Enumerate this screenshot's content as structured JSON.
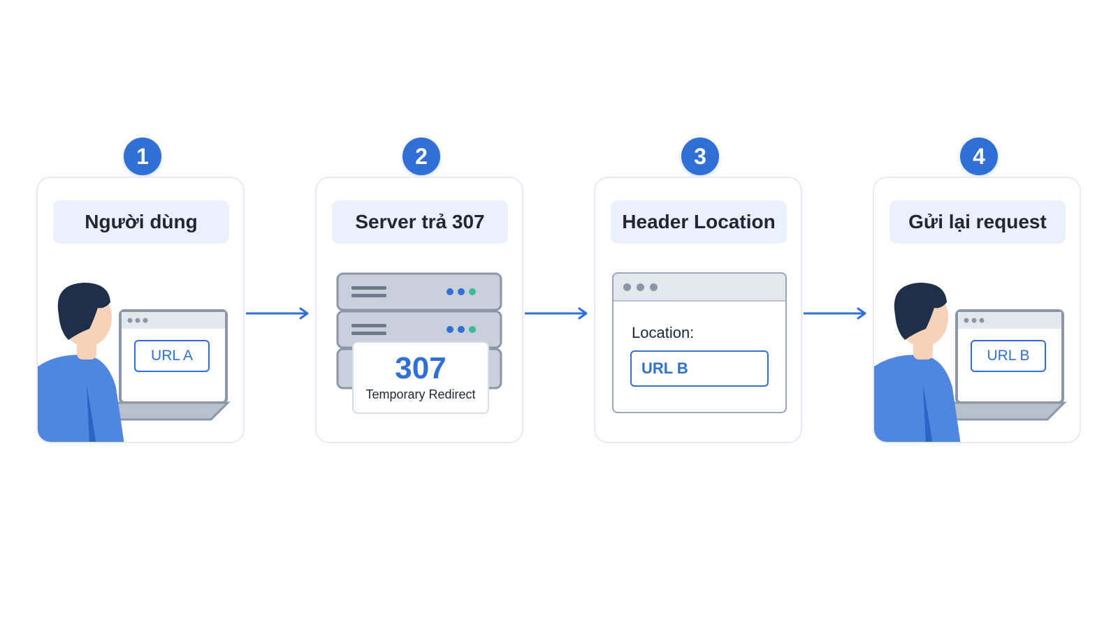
{
  "steps": [
    {
      "number": "1",
      "label": "Người dùng",
      "url": "URL A"
    },
    {
      "number": "2",
      "label": "Server trả 307",
      "code": "307",
      "code_text": "Temporary Redirect"
    },
    {
      "number": "3",
      "label": "Header Location",
      "field_label": "Location:",
      "field_value": "URL B"
    },
    {
      "number": "4",
      "label": "Gửi lại request",
      "url": "URL B"
    }
  ],
  "colors": {
    "accent": "#2f6fd6",
    "label_bg": "#eaf1fc",
    "person": "#4f86e0",
    "hair": "#1f2f4a"
  }
}
